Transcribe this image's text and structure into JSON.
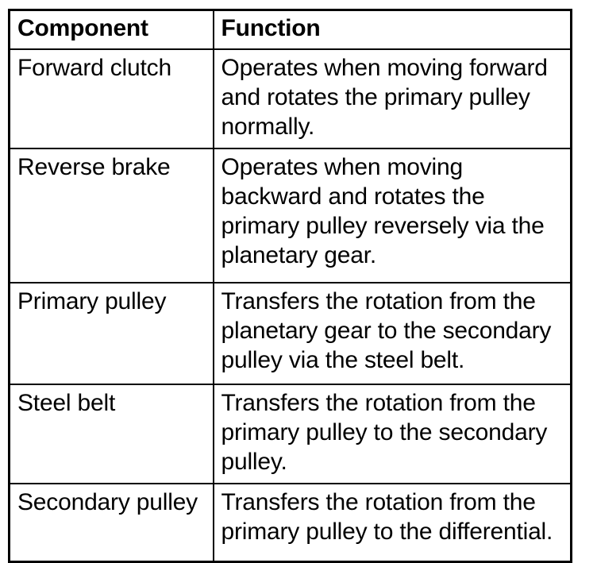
{
  "table": {
    "caption": "",
    "columns": [
      {
        "key": "component",
        "header": "Component"
      },
      {
        "key": "function",
        "header": "Function"
      }
    ],
    "rows": [
      {
        "component": "Forward clutch",
        "function": "Operates when moving forward and rotates the primary pulley normally."
      },
      {
        "component": "Reverse brake",
        "function": "Operates when moving backward and rotates the primary pulley reversely via the planetary gear."
      },
      {
        "component": "Primary pulley",
        "function": "Transfers the rotation from the planetary gear to the secondary pulley via the steel belt."
      },
      {
        "component": "Steel belt",
        "function": "Transfers the rotation from the primary pulley to the secondary pulley."
      },
      {
        "component": "Secondary pulley",
        "function": "Transfers the rotation from the primary pulley to the differential."
      }
    ]
  },
  "style": {
    "text_color": "#000000",
    "background_color": "#ffffff",
    "border_color": "#000000"
  }
}
